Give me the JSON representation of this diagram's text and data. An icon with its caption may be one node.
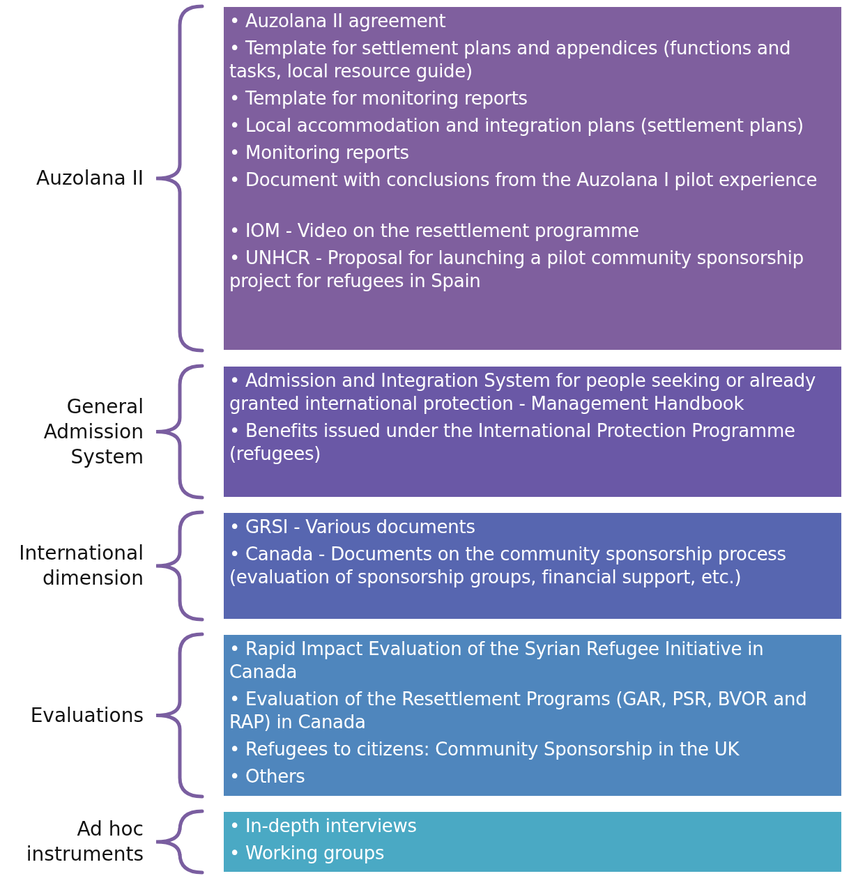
{
  "diagram": {
    "nodes": [
      {
        "text": [
          "Auzolana II",
          "• Auzolana II agreement",
          "• Template for settlement plans and appendices (functions and tasks, local resource guide)",
          "• Template for monitoring reports",
          "• Local accommodation and integration plans (settlement plans)",
          "• Monitoring reports",
          "• Document with conclusions from the Auzolana I pilot experience",
          "• IOM - Video on the resettlement programme",
          "• UNHCR - Proposal for launching a pilot community sponsorship project for refugees in Spain"
        ]
      },
      {
        "text": [
          "General Admission System",
          "• Admission and Integration System for people seeking or already granted international protection - Management Handbook",
          "• Benefits issued under the International Protection Programme (refugees)"
        ]
      },
      {
        "text": [
          "International dimension",
          "• GRSI - Various documents",
          "• Canada - Documents on the community sponsorship process (evaluation of sponsorship groups, financial support, etc.)"
        ]
      },
      {
        "text": [
          "Evaluations",
          "• Rapid Impact Evaluation of the Syrian Refugee Initiative in Canada",
          "• Evaluation of the Resettlement Programs (GAR, PSR, BVOR and RAP) in Canada",
          "• Refugees to citizens: Community Sponsorship in the UK",
          "• Others"
        ]
      },
      {
        "text": [
          "Ad hoc instruments",
          "• In-depth interviews",
          "• Working groups"
        ]
      }
    ]
  }
}
